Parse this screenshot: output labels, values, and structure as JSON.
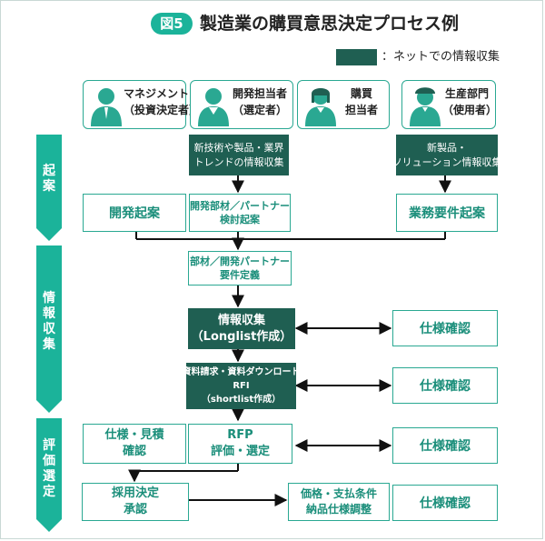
{
  "header": {
    "figure_badge": "図5",
    "title": "製造業の購買意思決定プロセス例"
  },
  "legend": {
    "text": "：ネットでの情報収集",
    "swatch_color": "#1f5f52"
  },
  "colors": {
    "accent": "#1bb39a",
    "outline": "#2aa892",
    "dark": "#1f5f52",
    "text_teal": "#1a8e7a"
  },
  "personas": [
    {
      "id": "management",
      "icon": "person-icon",
      "lines": [
        "マネジメント",
        "（投資決定者）"
      ]
    },
    {
      "id": "developer",
      "icon": "person-icon",
      "lines": [
        "開発担当者",
        "（選定者）"
      ]
    },
    {
      "id": "purchasing",
      "icon": "person-icon",
      "lines": [
        "購買",
        "担当者"
      ]
    },
    {
      "id": "production",
      "icon": "person-icon",
      "lines": [
        "生産部門",
        "（使用者）"
      ]
    }
  ],
  "phases": [
    {
      "id": "proposal",
      "chars": [
        "起",
        "案"
      ]
    },
    {
      "id": "info",
      "chars": [
        "情",
        "報",
        "収",
        "集"
      ]
    },
    {
      "id": "evaluation",
      "chars": [
        "評",
        "価",
        "選",
        "定"
      ]
    }
  ],
  "boxes": {
    "tech_info": {
      "lines": [
        "新技術や製品・業界",
        "トレンドの情報収集"
      ]
    },
    "new_products": {
      "lines": [
        "新製品・",
        "ソリューション情報収集"
      ]
    },
    "dev_proposal": {
      "lines": [
        "開発起案"
      ]
    },
    "partner_review": {
      "lines": [
        "開発部材／パートナー",
        "検討起案"
      ]
    },
    "biz_requirements": {
      "lines": [
        "業務要件起案"
      ]
    },
    "partner_definition": {
      "lines": [
        "部材／開発パートナー",
        "要件定義"
      ]
    },
    "longlist": {
      "lines": [
        "情報収集",
        "（Longlist作成）"
      ]
    },
    "spec_check_1": {
      "lines": [
        "仕様確認"
      ]
    },
    "shortlist": {
      "lines": [
        "資料請求・資料ダウンロード",
        "RFI",
        "（shortlist作成）"
      ]
    },
    "spec_check_2": {
      "lines": [
        "仕様確認"
      ]
    },
    "spec_estimate": {
      "lines": [
        "仕様・見積",
        "確認"
      ]
    },
    "rfp": {
      "lines": [
        "RFP",
        "評価・選定"
      ]
    },
    "spec_check_3": {
      "lines": [
        "仕様確認"
      ]
    },
    "adoption": {
      "lines": [
        "採用決定",
        "承認"
      ]
    },
    "price_terms": {
      "lines": [
        "価格・支払条件",
        "納品仕様調整"
      ]
    },
    "spec_check_4": {
      "lines": [
        "仕様確認"
      ]
    }
  }
}
